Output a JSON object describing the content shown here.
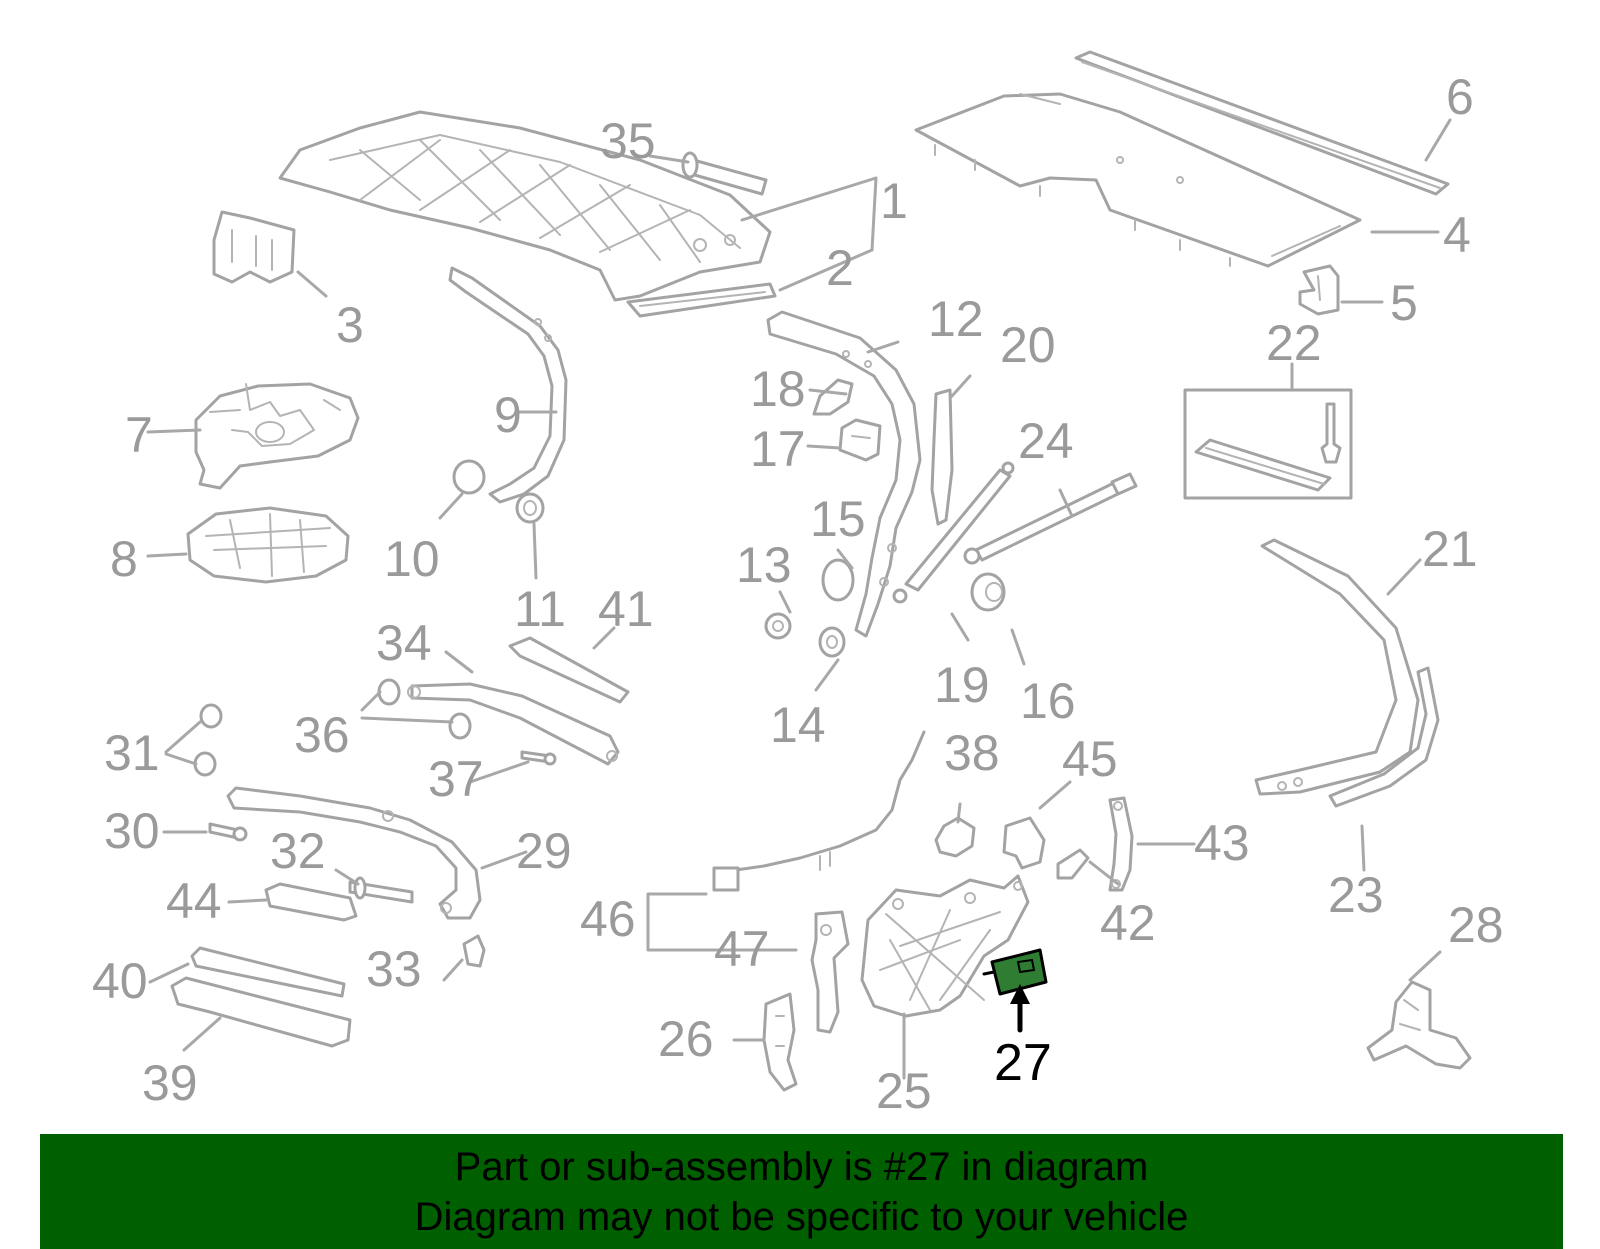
{
  "highlight": {
    "part_number": "27",
    "color": "#2e7d32"
  },
  "callouts": {
    "c1": "1",
    "c2": "2",
    "c3": "3",
    "c4": "4",
    "c5": "5",
    "c6": "6",
    "c7": "7",
    "c8": "8",
    "c9": "9",
    "c10": "10",
    "c11": "11",
    "c12": "12",
    "c13": "13",
    "c14": "14",
    "c15": "15",
    "c16": "16",
    "c17": "17",
    "c18": "18",
    "c19": "19",
    "c20": "20",
    "c21": "21",
    "c22": "22",
    "c23": "23",
    "c24": "24",
    "c25": "25",
    "c26": "26",
    "c27": "27",
    "c28": "28",
    "c29": "29",
    "c30": "30",
    "c31": "31",
    "c32": "32",
    "c33": "33",
    "c34": "34",
    "c35": "35",
    "c36": "36",
    "c37": "37",
    "c38": "38",
    "c39": "39",
    "c40": "40",
    "c41": "41",
    "c42": "42",
    "c43": "43",
    "c44": "44",
    "c45": "45",
    "c46": "46",
    "c47": "47"
  },
  "banner": {
    "line1": "Part or sub-assembly is #27 in diagram",
    "line2": "Diagram may not be specific to your vehicle",
    "background": "#006000"
  }
}
